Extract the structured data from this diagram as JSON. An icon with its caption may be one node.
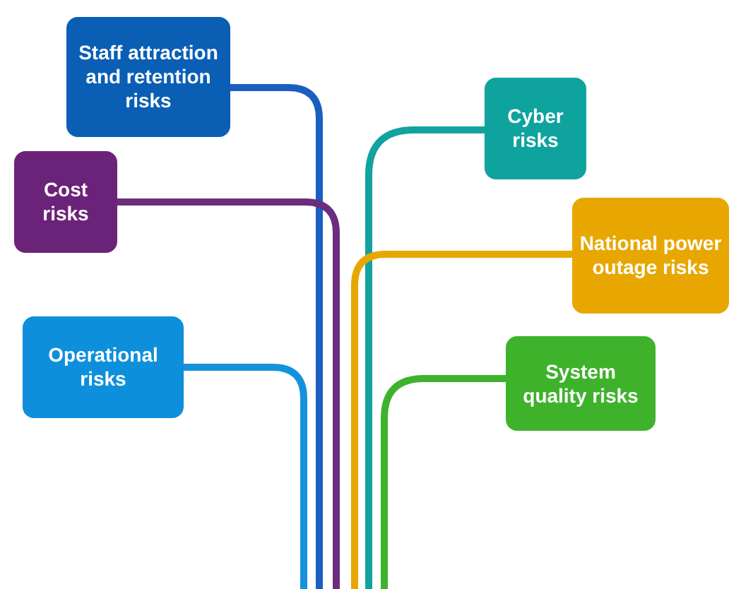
{
  "diagram": {
    "nodes": [
      {
        "text": [
          "Staff attraction and retention risks"
        ]
      },
      {
        "text": [
          "Cost risks"
        ]
      },
      {
        "text": [
          "Operational risks"
        ]
      },
      {
        "text": [
          "Cyber risks"
        ]
      },
      {
        "text": [
          "National power outage risks"
        ]
      },
      {
        "text": [
          "System quality risks"
        ]
      }
    ],
    "edges": [
      {
        "from": 0,
        "to": null,
        "arrow": "none",
        "color": "#1a5fc0"
      },
      {
        "from": 1,
        "to": null,
        "arrow": "none",
        "color": "#6b2d7e"
      },
      {
        "from": 2,
        "to": null,
        "arrow": "none",
        "color": "#1592dc"
      },
      {
        "from": 3,
        "to": null,
        "arrow": "none",
        "color": "#12a39e"
      },
      {
        "from": 4,
        "to": null,
        "arrow": "none",
        "color": "#e8a700"
      },
      {
        "from": 5,
        "to": null,
        "arrow": "none",
        "color": "#3db22e"
      }
    ]
  }
}
